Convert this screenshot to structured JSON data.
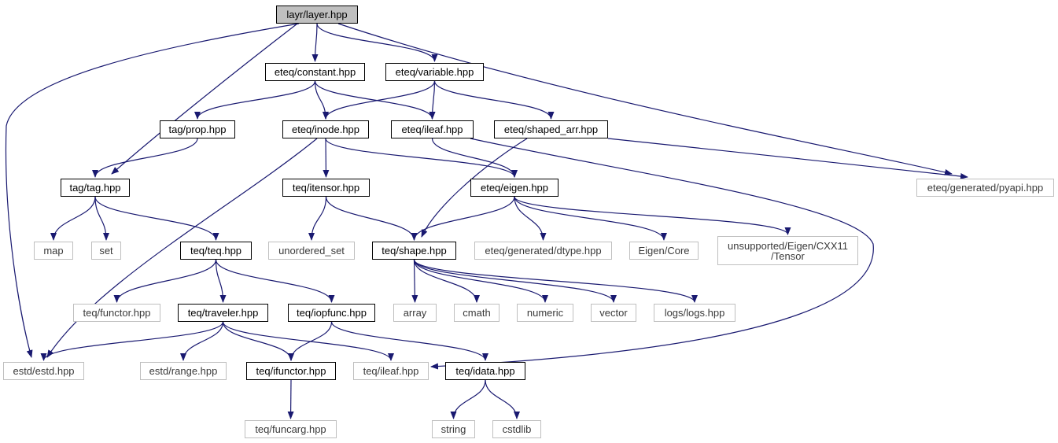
{
  "graph": {
    "edge_color": "#191970",
    "nodes": {
      "layer": {
        "label": "layr/layer.hpp",
        "kind": "root"
      },
      "constant": {
        "label": "eteq/constant.hpp",
        "kind": "internal"
      },
      "variable": {
        "label": "eteq/variable.hpp",
        "kind": "internal"
      },
      "prop": {
        "label": "tag/prop.hpp",
        "kind": "internal"
      },
      "inode": {
        "label": "eteq/inode.hpp",
        "kind": "internal"
      },
      "eteq_ileaf": {
        "label": "eteq/ileaf.hpp",
        "kind": "internal"
      },
      "shaped_arr": {
        "label": "eteq/shaped_arr.hpp",
        "kind": "internal"
      },
      "tag": {
        "label": "tag/tag.hpp",
        "kind": "internal"
      },
      "itensor": {
        "label": "teq/itensor.hpp",
        "kind": "internal"
      },
      "eigen": {
        "label": "eteq/eigen.hpp",
        "kind": "internal"
      },
      "pyapi": {
        "label": "eteq/generated/pyapi.hpp",
        "kind": "external"
      },
      "map": {
        "label": "map",
        "kind": "external"
      },
      "set": {
        "label": "set",
        "kind": "external"
      },
      "teq": {
        "label": "teq/teq.hpp",
        "kind": "internal"
      },
      "unordered_set": {
        "label": "unordered_set",
        "kind": "external"
      },
      "shape": {
        "label": "teq/shape.hpp",
        "kind": "internal"
      },
      "dtype": {
        "label": "eteq/generated/dtype.hpp",
        "kind": "external"
      },
      "eigen_core": {
        "label": "Eigen/Core",
        "kind": "external"
      },
      "eigen_tensor": {
        "label": "unsupported/Eigen/CXX11\n/Tensor",
        "kind": "external"
      },
      "functor": {
        "label": "teq/functor.hpp",
        "kind": "external"
      },
      "traveler": {
        "label": "teq/traveler.hpp",
        "kind": "internal"
      },
      "iopfunc": {
        "label": "teq/iopfunc.hpp",
        "kind": "internal"
      },
      "array": {
        "label": "array",
        "kind": "external"
      },
      "cmath": {
        "label": "cmath",
        "kind": "external"
      },
      "numeric": {
        "label": "numeric",
        "kind": "external"
      },
      "vector": {
        "label": "vector",
        "kind": "external"
      },
      "logs": {
        "label": "logs/logs.hpp",
        "kind": "external"
      },
      "estd": {
        "label": "estd/estd.hpp",
        "kind": "external"
      },
      "range": {
        "label": "estd/range.hpp",
        "kind": "external"
      },
      "ifunctor": {
        "label": "teq/ifunctor.hpp",
        "kind": "internal"
      },
      "teq_ileaf": {
        "label": "teq/ileaf.hpp",
        "kind": "external"
      },
      "idata": {
        "label": "teq/idata.hpp",
        "kind": "internal"
      },
      "funcarg": {
        "label": "teq/funcarg.hpp",
        "kind": "external"
      },
      "string": {
        "label": "string",
        "kind": "external"
      },
      "cstdlib": {
        "label": "cstdlib",
        "kind": "external"
      }
    },
    "edges": [
      [
        "layer",
        "constant"
      ],
      [
        "layer",
        "variable"
      ],
      [
        "layer",
        "tag"
      ],
      [
        "layer",
        "pyapi"
      ],
      [
        "layer",
        "estd"
      ],
      [
        "constant",
        "prop"
      ],
      [
        "constant",
        "inode"
      ],
      [
        "constant",
        "eteq_ileaf"
      ],
      [
        "variable",
        "inode"
      ],
      [
        "variable",
        "eteq_ileaf"
      ],
      [
        "variable",
        "shaped_arr"
      ],
      [
        "prop",
        "tag"
      ],
      [
        "inode",
        "itensor"
      ],
      [
        "inode",
        "eigen"
      ],
      [
        "inode",
        "estd"
      ],
      [
        "eteq_ileaf",
        "eigen"
      ],
      [
        "eteq_ileaf",
        "teq_ileaf"
      ],
      [
        "shaped_arr",
        "shape"
      ],
      [
        "shaped_arr",
        "pyapi"
      ],
      [
        "tag",
        "map"
      ],
      [
        "tag",
        "set"
      ],
      [
        "tag",
        "teq"
      ],
      [
        "itensor",
        "unordered_set"
      ],
      [
        "itensor",
        "shape"
      ],
      [
        "eigen",
        "shape"
      ],
      [
        "eigen",
        "dtype"
      ],
      [
        "eigen",
        "eigen_core"
      ],
      [
        "eigen",
        "eigen_tensor"
      ],
      [
        "teq",
        "functor"
      ],
      [
        "teq",
        "traveler"
      ],
      [
        "teq",
        "iopfunc"
      ],
      [
        "shape",
        "array"
      ],
      [
        "shape",
        "cmath"
      ],
      [
        "shape",
        "numeric"
      ],
      [
        "shape",
        "vector"
      ],
      [
        "shape",
        "logs"
      ],
      [
        "traveler",
        "estd"
      ],
      [
        "traveler",
        "range"
      ],
      [
        "traveler",
        "ifunctor"
      ],
      [
        "traveler",
        "teq_ileaf"
      ],
      [
        "iopfunc",
        "ifunctor"
      ],
      [
        "iopfunc",
        "idata"
      ],
      [
        "ifunctor",
        "funcarg"
      ],
      [
        "idata",
        "string"
      ],
      [
        "idata",
        "cstdlib"
      ]
    ]
  }
}
